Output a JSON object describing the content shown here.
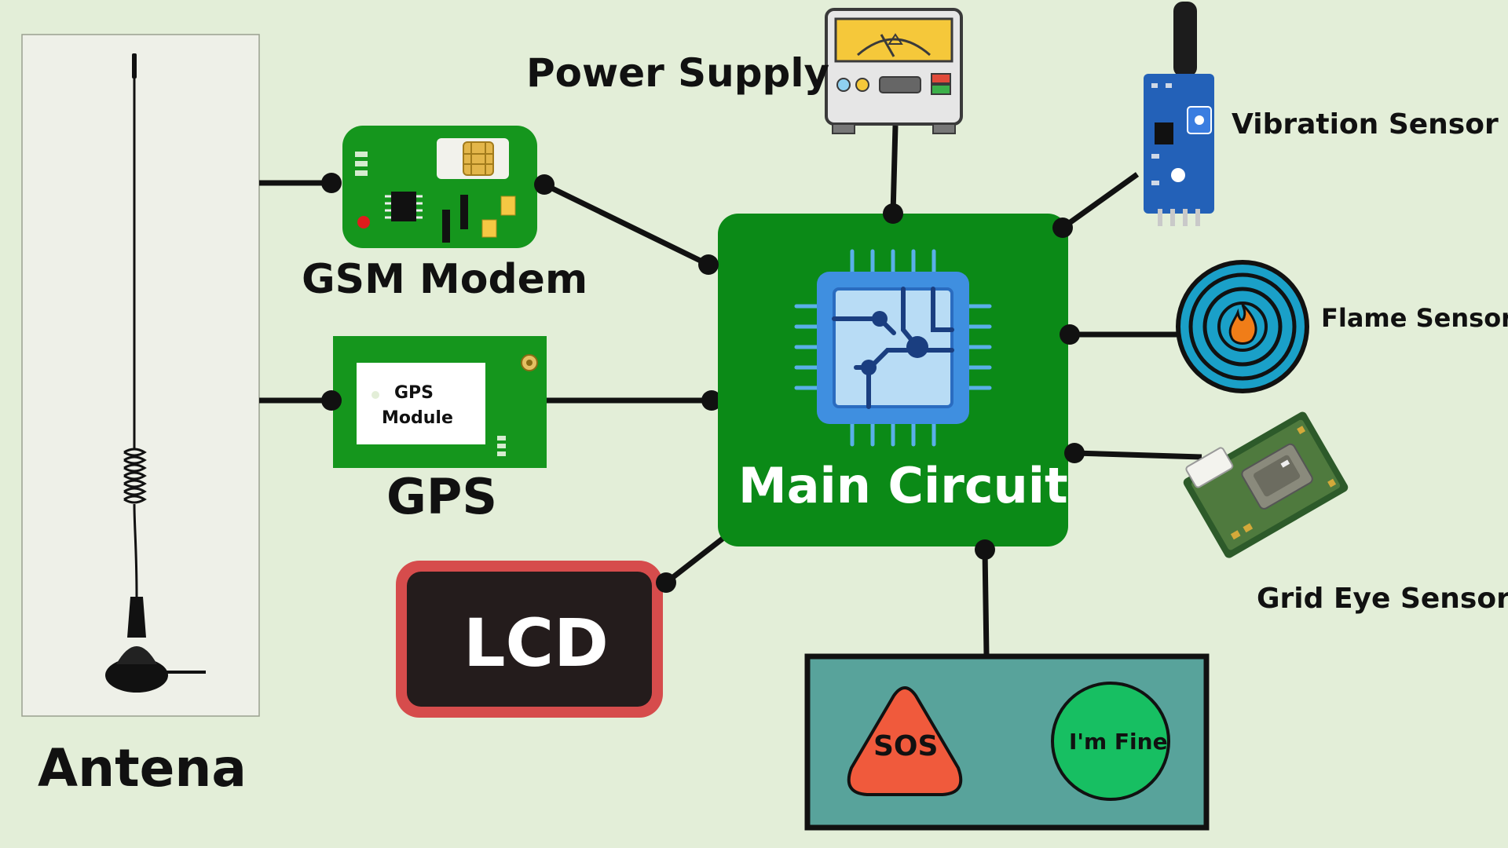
{
  "labels": {
    "power_supply": "Power Supply",
    "vibration_sensor": "Vibration Sensor",
    "gsm_modem": "GSM Modem",
    "flame_sensor": "Flame Sensor",
    "gps_module_text_1": "GPS",
    "gps_module_text_2": "Module",
    "gps": "GPS",
    "main_circuit": "Main Circuit",
    "grid_eye_sensor": "Grid Eye Sensor",
    "lcd": "LCD",
    "sos": "SOS",
    "im_fine": "I'm Fine",
    "antenna": "Antena"
  },
  "colors": {
    "background": "#e3eed8",
    "main_circuit": "#0b8a17",
    "module_green": "#15961d",
    "lcd_body": "#241c1c",
    "lcd_border": "#d64c4c",
    "button_panel": "#58a39b",
    "sos_button": "#f05a3c",
    "fine_button": "#17bf62",
    "chip_blue": "#3f8fe0",
    "flame_ring": "#1aa0c8",
    "flame": "#f07d18"
  },
  "icons": {
    "antenna": "antenna-icon",
    "gsm": "gsm-module-icon",
    "gps": "gps-module-icon",
    "power": "power-supply-icon",
    "vibration": "vibration-sensor-icon",
    "flame": "flame-sensor-icon",
    "grid_eye": "grid-eye-sensor-icon",
    "chip": "processor-chip-icon"
  }
}
